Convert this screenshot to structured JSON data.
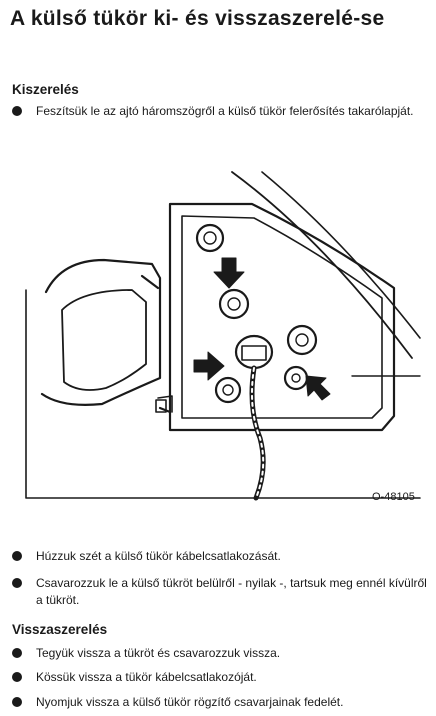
{
  "title": "A külső tükör ki- és visszaszerelé-se",
  "removal": {
    "heading": "Kiszerelés",
    "steps": [
      "Feszítsük le az ajtó háromszögről a külső tükör felerősítés takarólapját.",
      "Húzzuk szét a külső tükör kábelcsatlakozását.",
      "Csavarozzuk le a külső tükröt belülről - nyilak -, tartsuk meg ennél kívülről a tükröt."
    ]
  },
  "figure": {
    "code": "O-48105",
    "icon": "door-mirror-diagram"
  },
  "install": {
    "heading": "Visszaszerelés",
    "steps": [
      "Tegyük vissza a tükröt és csavarozzuk vissza.",
      "Kössük vissza a tükör kábelcsatlakozóját.",
      "Nyomjuk vissza a külső tükör rögzítő csavarjainak fedelét."
    ]
  }
}
